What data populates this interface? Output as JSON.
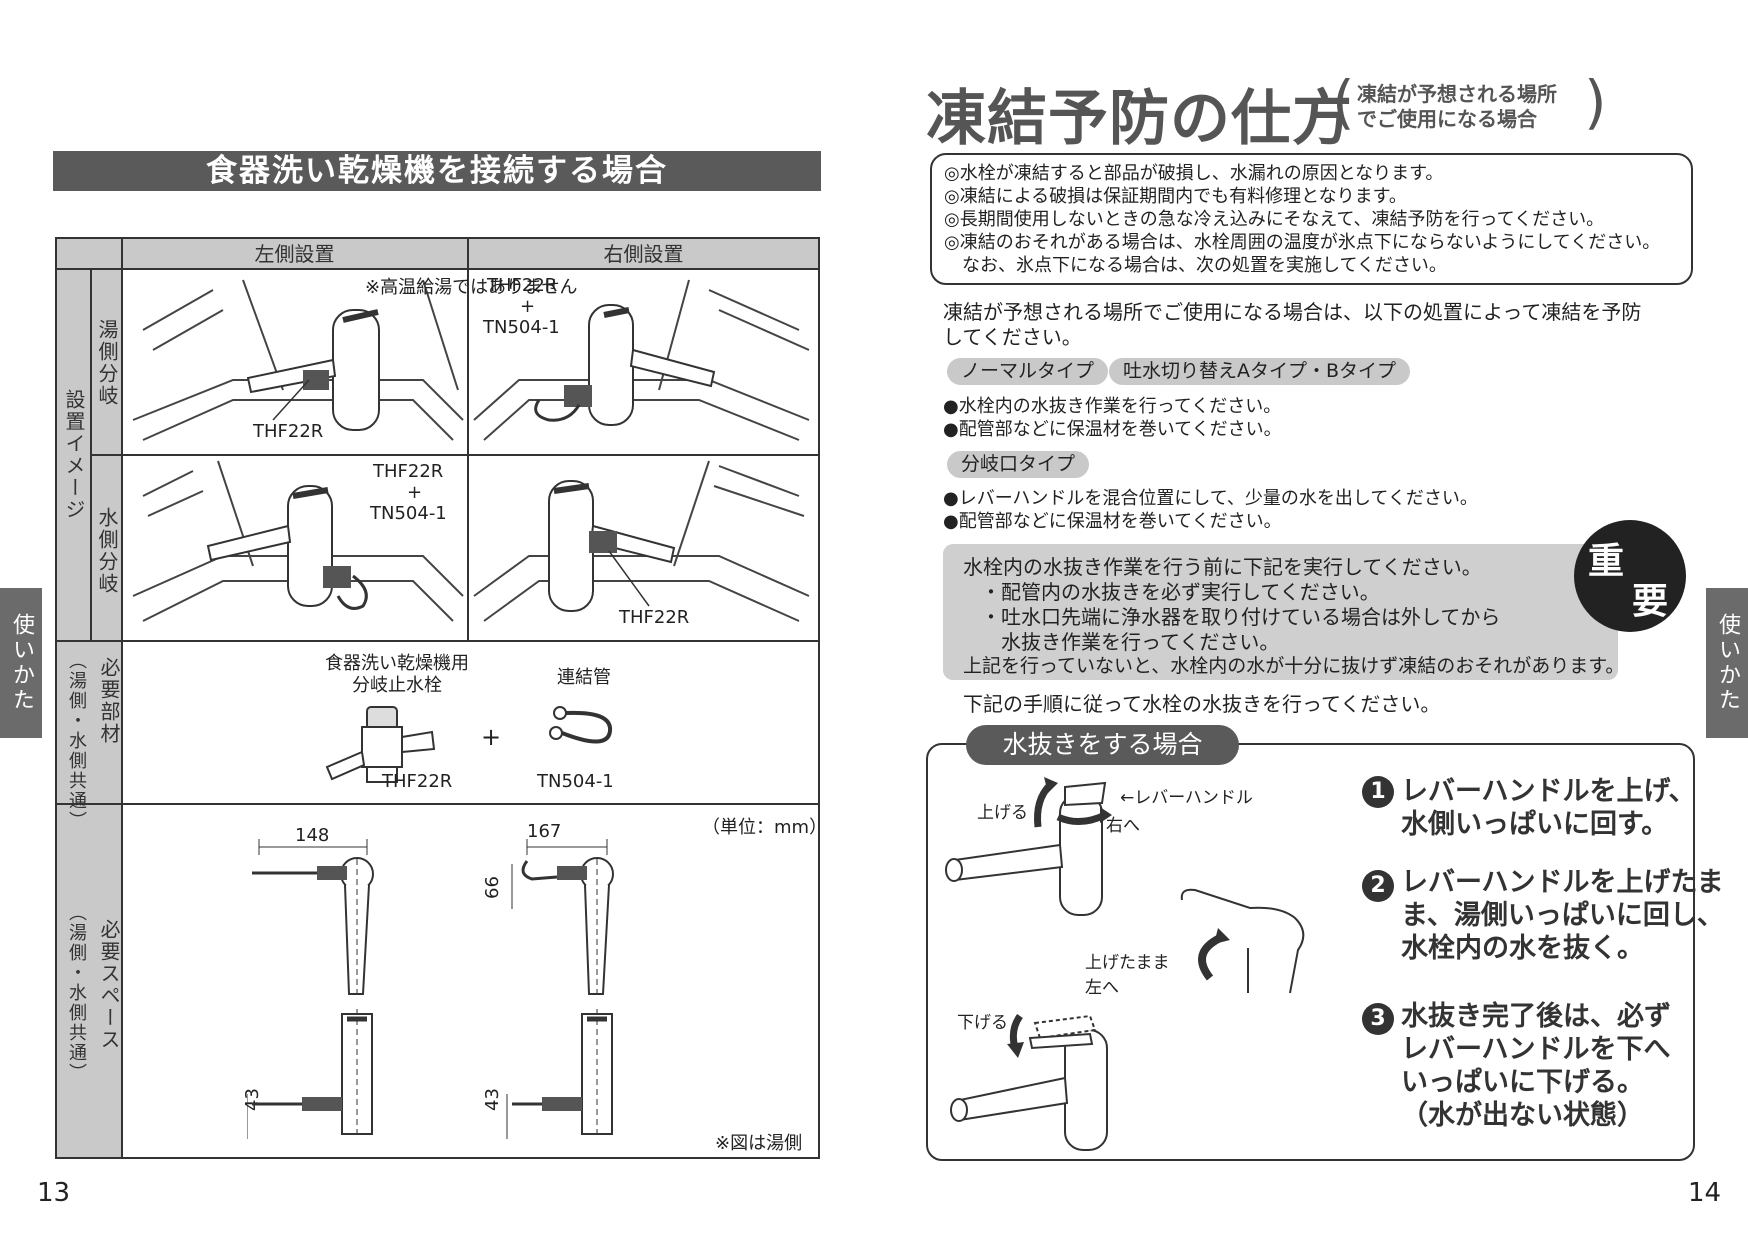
{
  "left_page": {
    "section_title": "食器洗い乾燥機を接続する場合",
    "col_headers": [
      "左側設置",
      "右側設置"
    ],
    "row_group_label": "設置イメージ",
    "row_labels": {
      "hot_branch": "湯側分岐",
      "cold_branch": "水側分岐",
      "parts": "必要部材",
      "parts_sub": "（湯側・水側共通）",
      "space": "必要スペース",
      "space_sub": "（湯側・水側共通）"
    },
    "note_not_hot": "※高温給湯ではありません",
    "hot_left_label": "THF22R",
    "hot_right_label1": "THF22R",
    "hot_right_plus": "+",
    "hot_right_label2": "TN504-1",
    "cold_left_label1": "THF22R",
    "cold_left_plus": "+",
    "cold_left_label2": "TN504-1",
    "cold_right_label": "THF22R",
    "parts_item1_title": "食器洗い乾燥機用\n分岐止水栓",
    "parts_item1_code": "THF22R",
    "parts_plus": "+",
    "parts_item2_title": "連結管",
    "parts_item2_code": "TN504-1",
    "unit": "（単位：mm）",
    "dim_148": "148",
    "dim_167": "167",
    "dim_66": "66",
    "dim_43a": "43",
    "dim_43b": "43",
    "fig_note": "※図は湯側",
    "side_tab": "使いかた",
    "page_number": "13"
  },
  "right_page": {
    "title": "凍結予防の仕方",
    "subtitle_line1": "凍結が予想される場所",
    "subtitle_line2": "でご使用になる場合",
    "notes": [
      "◎水栓が凍結すると部品が破損し、水漏れの原因となります。",
      "◎凍結による破損は保証期間内でも有料修理となります。",
      "◎長期間使用しないときの急な冷え込みにそなえて、凍結予防を行ってください。",
      "◎凍結のおそれがある場合は、水栓周囲の温度が氷点下にならないようにしてください。",
      "　なお、氷点下になる場合は、次の処置を実施してください。"
    ],
    "intro_line1": "凍結が予想される場所でご使用になる場合は、以下の処置によって凍結を予防",
    "intro_line2": "してください。",
    "type_pill1": "ノーマルタイプ",
    "type_pill2": "吐水切り替えAタイプ・Bタイプ",
    "type_bullets1": [
      "●水栓内の水抜き作業を行ってください。",
      "●配管部などに保温材を巻いてください。"
    ],
    "type_pill3": "分岐口タイプ",
    "type_bullets2": [
      "●レバーハンドルを混合位置にして、少量の水を出してください。",
      "●配管部などに保温材を巻いてください。"
    ],
    "important_lines": [
      "水栓内の水抜き作業を行う前に下記を実行してください。",
      "・配管内の水抜きを必ず実行してください。",
      "・吐水口先端に浄水器を取り付けている場合は外してから",
      "　水抜き作業を行ってください。",
      "上記を行っていないと、水栓内の水が十分に抜けず凍結のおそれがあります。"
    ],
    "badge_char1": "重",
    "badge_char2": "要",
    "procedure_line": "下記の手順に従って水栓の水抜きを行ってください。",
    "steps_title": "水抜きをする場合",
    "illus_labels": {
      "raise": "上げる",
      "lever": "レバーハンドル",
      "right": "右へ",
      "raise_left1": "上げたまま",
      "raise_left2": "左へ",
      "lower": "下げる"
    },
    "steps": [
      {
        "num": "1",
        "lines": [
          "レバーハンドルを上げ、",
          "水側いっぱいに回す。"
        ]
      },
      {
        "num": "2",
        "lines": [
          "レバーハンドルを上げたま",
          "ま、湯側いっぱいに回し、",
          "水栓内の水を抜く。"
        ]
      },
      {
        "num": "3",
        "lines": [
          "水抜き完了後は、必ず",
          "レバーハンドルを下へ",
          "いっぱいに下げる。",
          "（水が出ない状態）"
        ]
      }
    ],
    "side_tab": "使いかた",
    "page_number": "14"
  }
}
